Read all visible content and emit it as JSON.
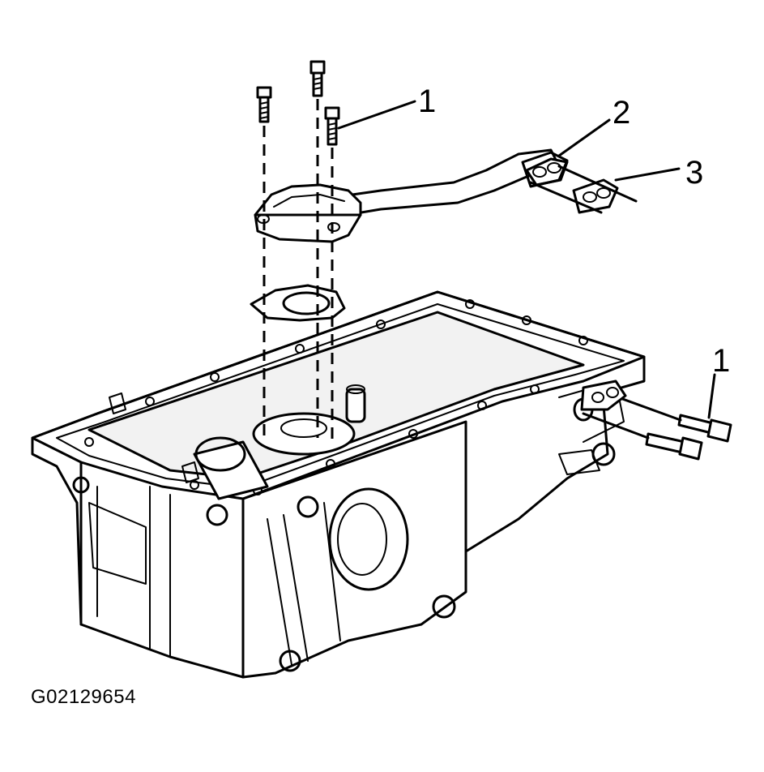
{
  "callouts": {
    "top_bolts": "1",
    "upper_gasket": "2",
    "lower_gasket": "3",
    "side_bolts": "1"
  },
  "figure_id": "G02129654"
}
